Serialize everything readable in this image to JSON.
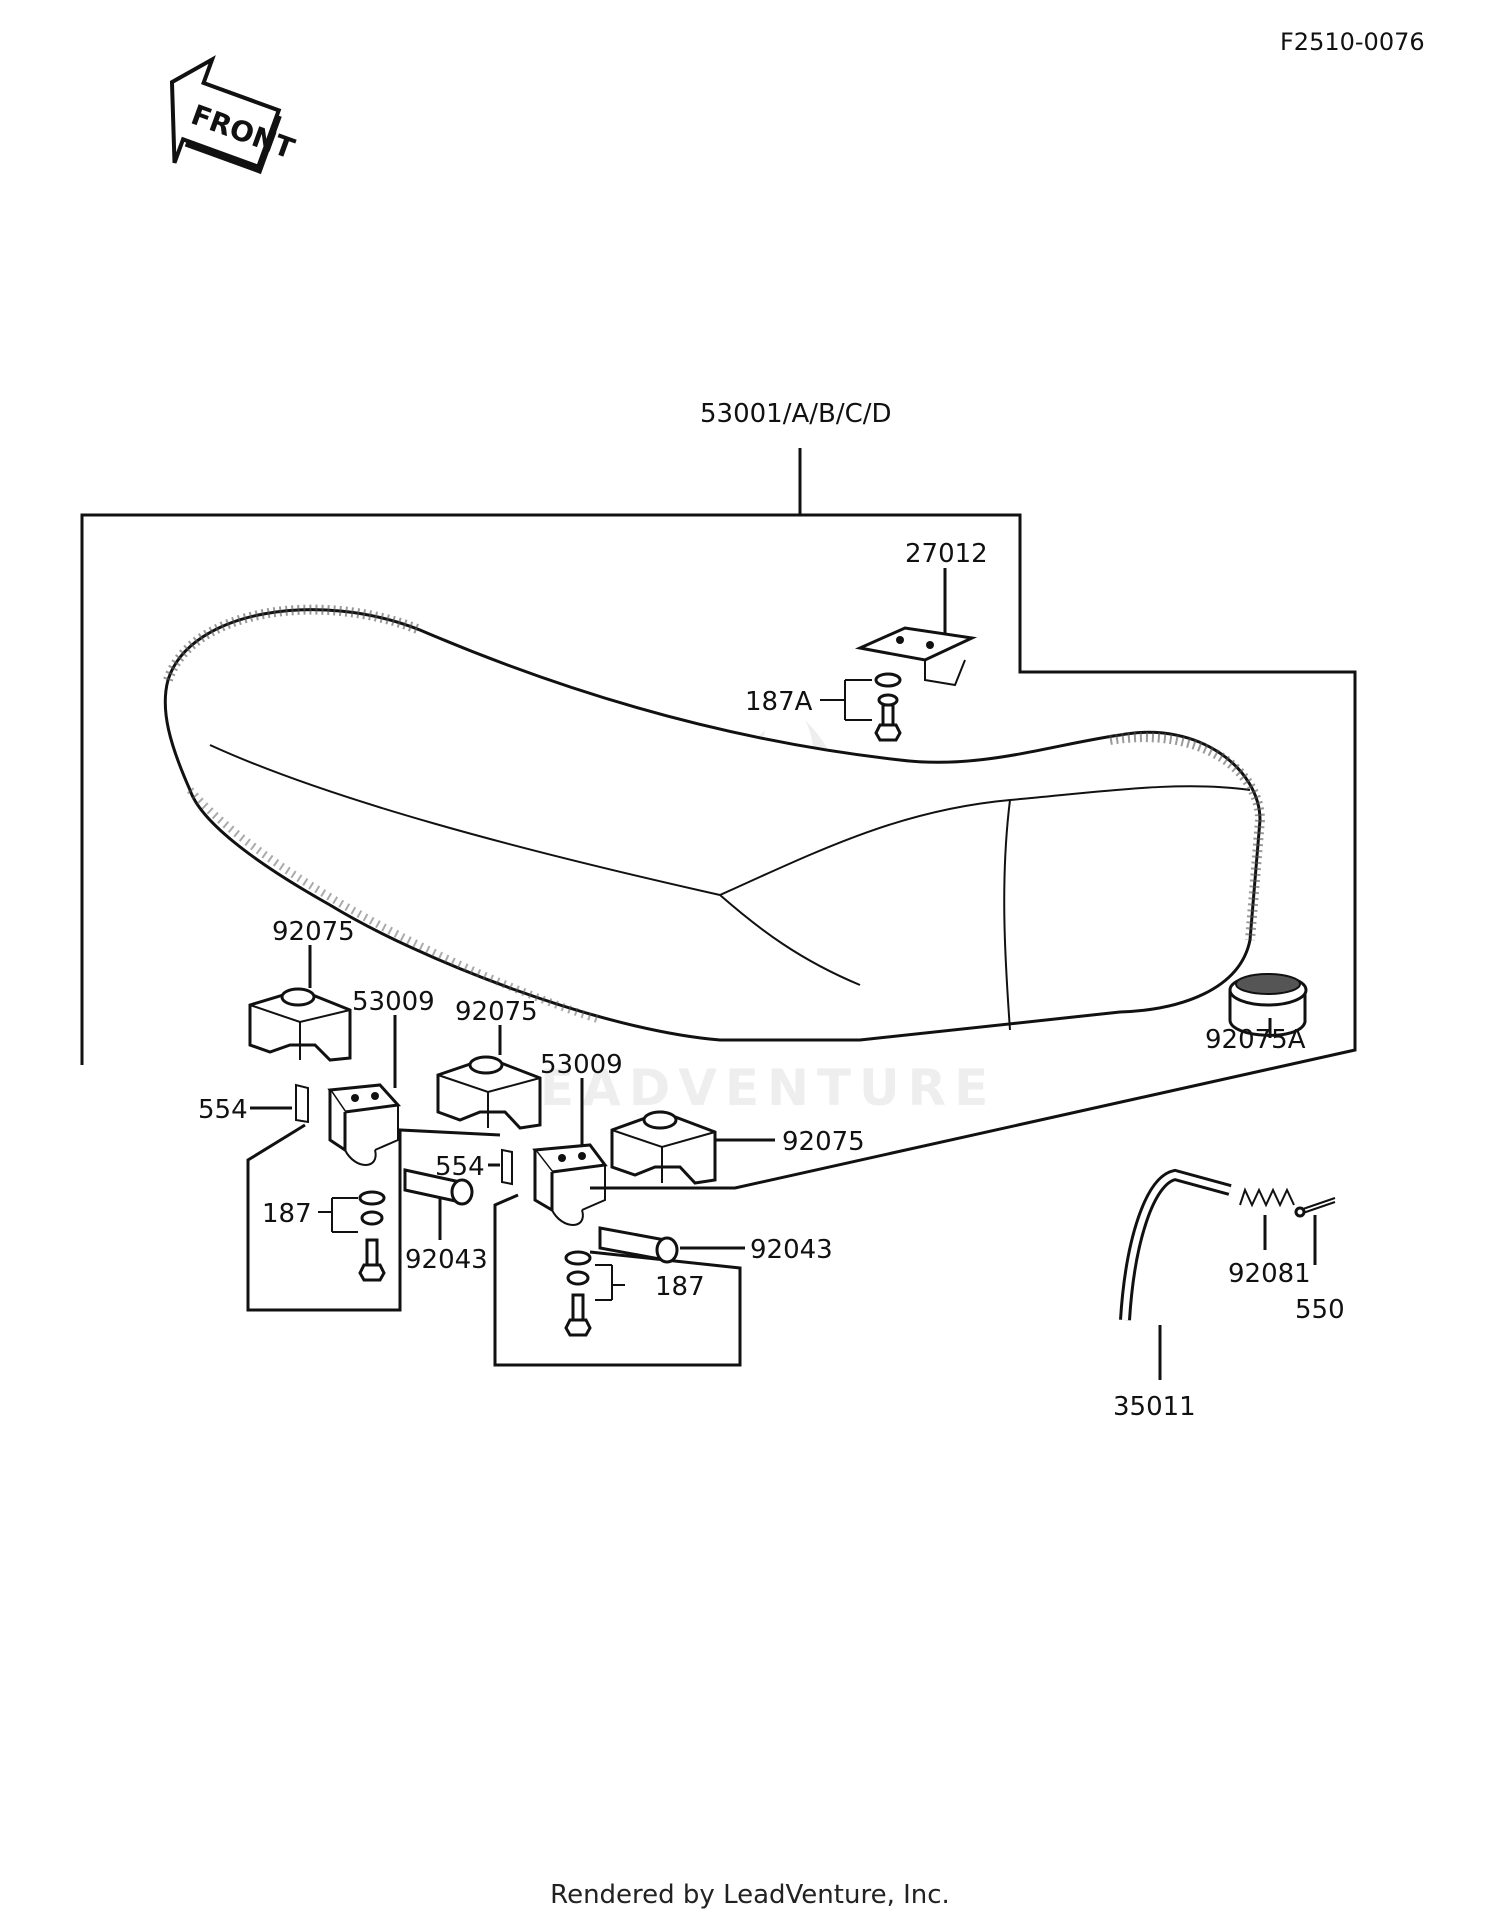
{
  "drawing_code": "F2510-0076",
  "front_label": "FRONT",
  "footer": "Rendered by LeadVenture, Inc.",
  "watermark": "LEADVENTURE",
  "parts": {
    "seat_assy": "53001/A/B/C/D",
    "hook": "27012",
    "bolt_a": "187A",
    "damper_1": "92075",
    "damper_2": "92075",
    "damper_3": "92075",
    "damper_a": "92075A",
    "bracket_1": "53009",
    "bracket_2": "53009",
    "clip_1": "554",
    "clip_2": "554",
    "bolt_1": "187",
    "bolt_2": "187",
    "pin_1": "92043",
    "pin_2": "92043",
    "spring": "92081",
    "cotter_pin": "550",
    "rod": "35011"
  }
}
